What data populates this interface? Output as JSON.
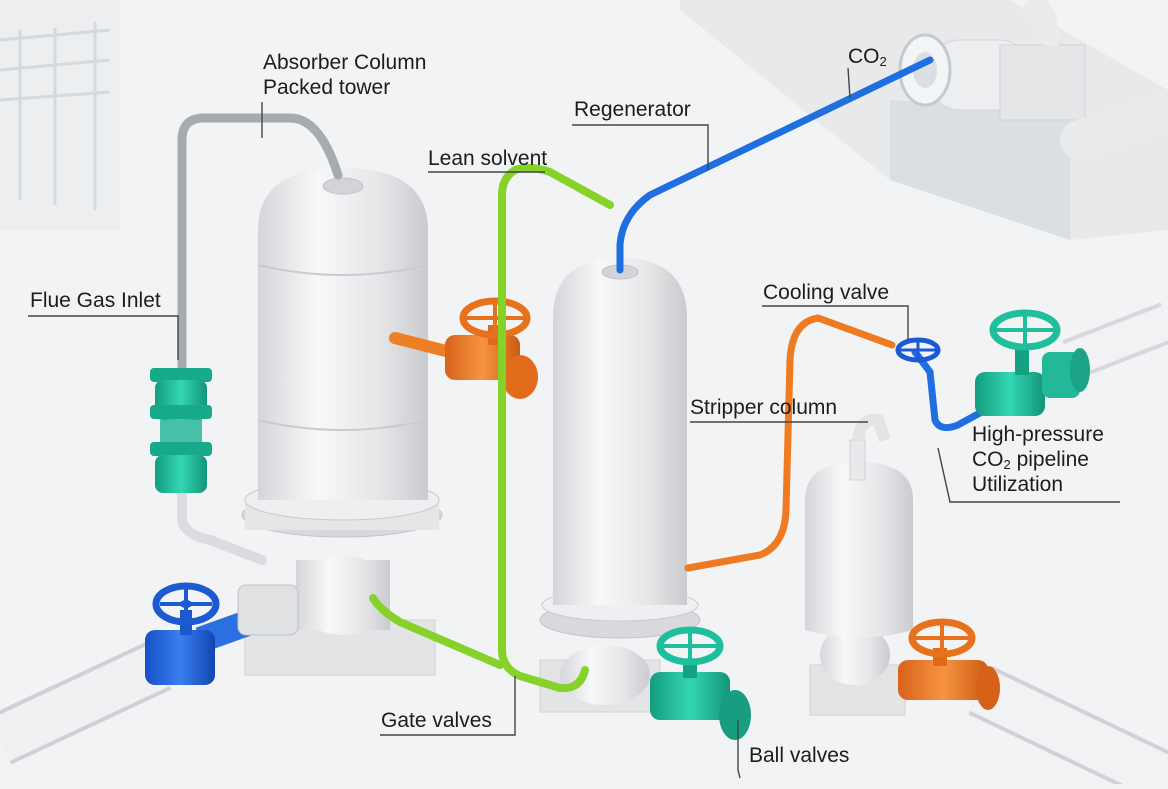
{
  "labels": {
    "absorber_title": "Absorber Column",
    "absorber_subtitle": "Packed tower",
    "flue_gas": "Flue Gas Inlet",
    "lean_solvent": "Lean solvent",
    "regenerator": "Regenerator",
    "co2_main": "CO",
    "co2_sub": "2",
    "cooling_valve": "Cooling valve",
    "stripper_column": "Stripper column",
    "high_pressure": "High-pressure",
    "pipeline_main": "CO",
    "pipeline_sub": "2",
    "pipeline_rest": " pipeline",
    "utilization": "Utilization",
    "gate_valves": "Gate valves",
    "ball_valves": "Ball valves"
  },
  "colors": {
    "background": "#f2f3f4",
    "vessel": "#e9eaec",
    "blue_line": "#1f6fe0",
    "green_line": "#86d22a",
    "orange_line": "#ee7a22",
    "teal_valve": "#23c4a2",
    "grey_line": "#a8abad",
    "leader": "#444444"
  }
}
